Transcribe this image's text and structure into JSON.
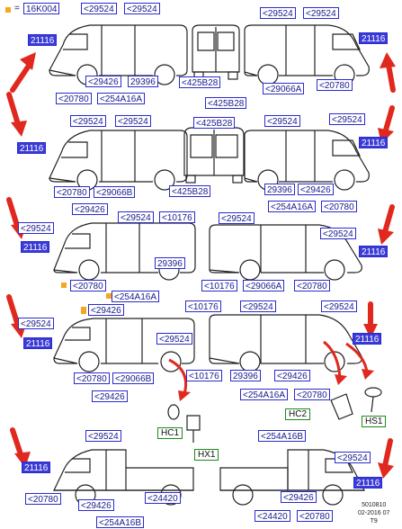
{
  "legend": {
    "eq": "=",
    "code": "16K004"
  },
  "footer": {
    "line1": "5010810",
    "line2": "02-2016 07",
    "line3": "T9"
  },
  "labels": {
    "r1_a": "<29524",
    "r1_b": "<29524",
    "r1_c": "21116",
    "r1_d": "<29426",
    "r1_e": "29396",
    "r1_f": "<20780",
    "r1_g": "<254A16A",
    "r1_h": "<425B28",
    "r1_i": "<425B28",
    "r1_j": "<29524",
    "r1_k": "<29524",
    "r1_l": "21116",
    "r1_m": "<29066A",
    "r1_n": "<20780",
    "r2_a": "<29524",
    "r2_b": "<29524",
    "r2_c": "21116",
    "r2_d": "<20780",
    "r2_e": "<29066B",
    "r2_f": "<29426",
    "r2_g": "<425B28",
    "r2_h": "<425B28",
    "r2_i": "<29524",
    "r2_j": "<29524",
    "r2_k": "21116",
    "r2_l": "29396",
    "r2_m": "<29426",
    "r2_n": "<254A16A",
    "r2_o": "<20780",
    "r3_a": "<29524",
    "r3_b": "<10176",
    "r3_c": "<29524",
    "r3_d": "21116",
    "r3_e": "29396",
    "r3_f": "<20780",
    "r3_g": "<254A16A",
    "r3_h": "<29426",
    "r3_i": "<29524",
    "r3_j": "<29524",
    "r3_k": "21116",
    "r3_l": "<10176",
    "r3_m": "<29066A",
    "r3_n": "<20780",
    "r4_a": "<29524",
    "r4_b": "21116",
    "r4_c": "<29524",
    "r4_d": "<20780",
    "r4_e": "<29066B",
    "r4_f": "<29426",
    "r4_g": "<10176",
    "r4_h": "<10176",
    "r4_i": "<29524",
    "r4_j": "<29524",
    "r4_k": "21116",
    "r4_l": "29396",
    "r4_m": "<29426",
    "r4_n": "<254A16A",
    "r4_o": "<20780",
    "r5_a": "<29524",
    "r5_b": "21116",
    "r5_c": "<20780",
    "r5_d": "<29426",
    "r5_e": "<24420",
    "r5_f": "<254A16B",
    "r5_g": "<254A16B",
    "r5_h": "<29524",
    "r5_i": "21116",
    "r5_j": "<29426",
    "r5_k": "<24420",
    "r5_l": "<20780"
  },
  "callouts": {
    "hc1": "HC1",
    "hx1": "HX1",
    "hc2": "HC2",
    "hs1": "HS1"
  }
}
